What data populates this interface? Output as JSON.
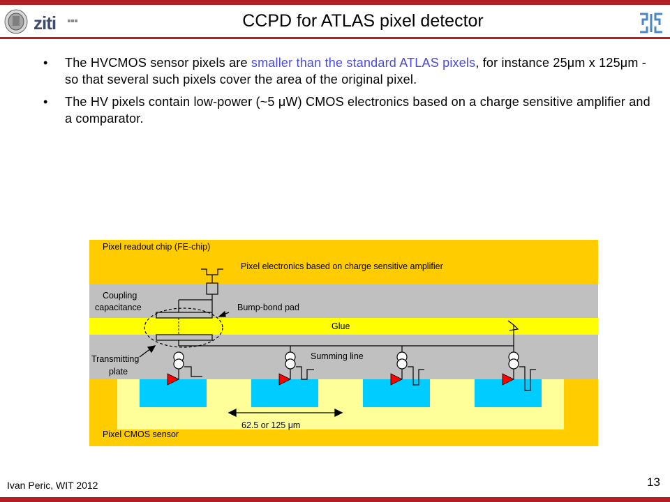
{
  "slide": {
    "title": "CCPD for ATLAS pixel detector",
    "logo_text": "ziti",
    "footer": "Ivan Peric, WIT 2012",
    "page_number": "13"
  },
  "bullets": [
    {
      "marker": "•",
      "pre": "The HVCMOS sensor pixels are ",
      "highlight": "smaller than the standard ATLAS pixels",
      "post": ", for instance 25μm x 125μm - so that several such pixels cover the area of the original pixel."
    },
    {
      "marker": "•",
      "text": "The HV pixels contain low-power (~5 μW) CMOS electronics based on a charge sensitive amplifier and a comparator."
    }
  ],
  "diagram": {
    "labels": {
      "readout_chip": "Pixel readout chip (FE-chip)",
      "pixel_electronics": "Pixel electronics based on charge sensitive amplifier",
      "coupling_line1": "Coupling",
      "coupling_line2": "capacitance",
      "bump_bond": "Bump-bond pad",
      "glue": "Glue",
      "transmitting_line1": "Transmitting",
      "transmitting_line2": "plate",
      "summing_line": "Summing line",
      "pitch": "62.5 or 125 μm",
      "sensor": "Pixel CMOS sensor"
    },
    "colors": {
      "chip": "#ffcc00",
      "glue": "#ffff00",
      "gray": "#c0c0c0",
      "sensor_inner": "#ffff99",
      "pixel": "#00ccff",
      "triangle": "#ff0000",
      "accent": "#b22025",
      "highlight_text": "#4a4adc"
    }
  }
}
